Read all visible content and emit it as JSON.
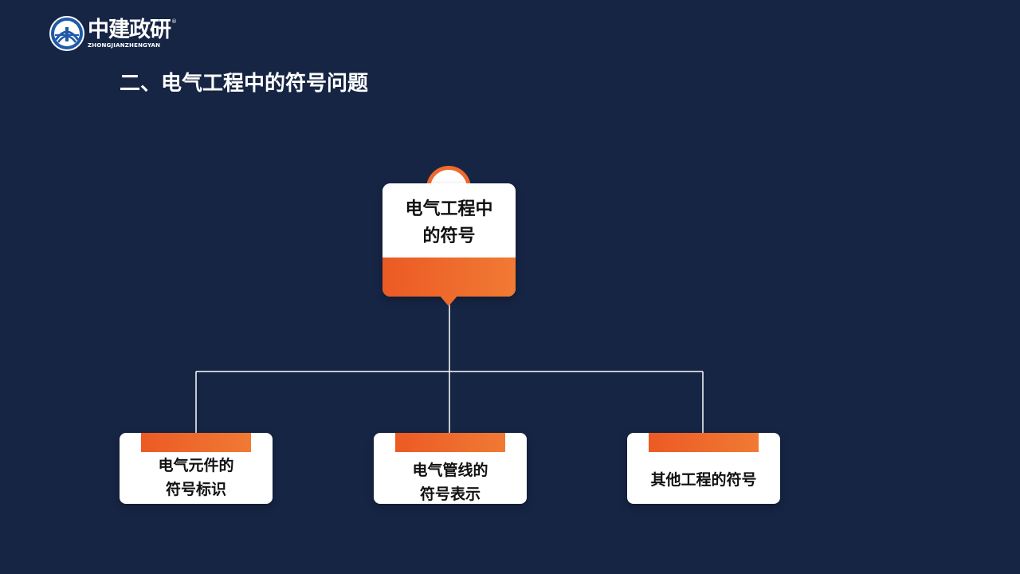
{
  "logo": {
    "name_cn": "中建政研",
    "name_en": "ZHONGJIANZHENGYAN",
    "registered_mark": "®"
  },
  "title": "二、电气工程中的符号问题",
  "diagram": {
    "root": {
      "label_line1": "电气工程中",
      "label_line2": "的符号"
    },
    "children": [
      {
        "label_line1": "电气元件的",
        "label_line2": "符号标识"
      },
      {
        "label_line1": "电气管线的",
        "label_line2": "符号表示"
      },
      {
        "label_line1": "其他工程的符号",
        "label_line2": ""
      }
    ]
  },
  "colors": {
    "background": "#162544",
    "accent_orange": "#ee6a2e",
    "card": "#ffffff",
    "text_dark": "#111111",
    "text_light": "#ffffff"
  }
}
